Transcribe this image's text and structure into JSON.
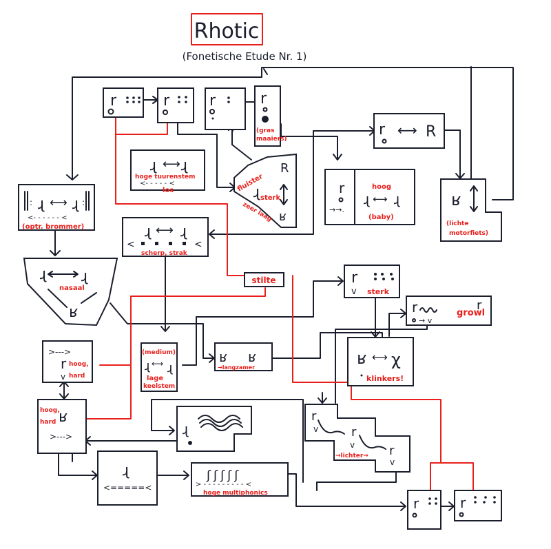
{
  "title": "Rhotic",
  "subtitle": "(Fonetische Etude Nr. 1)",
  "colors": {
    "ink": "#1a1e2c",
    "accent": "#e8201c",
    "paper": "#ffffff"
  },
  "nodes": {
    "r_dots_1": {
      "symbol": "r",
      "marks": "∘ ⁚⁚⁚"
    },
    "r_dots_2": {
      "symbol": "r",
      "marks": "∘ ⁚⁚"
    },
    "r_dots_3": {
      "symbol": "r",
      "marks": "∘ :"
    },
    "r_gras": {
      "symbol": "r",
      "marks": "∘ ●",
      "annotation_1": "(gras",
      "annotation_2": "maaiers)"
    },
    "hoge_tuurenstem": {
      "left": "ɻ",
      "right": "ɻ",
      "annotation_1": "hoge tuurenstem",
      "annotation_2": "los",
      "arrow": "<- - - - - <"
    },
    "fluister": {
      "center": "ɻ",
      "top": "R",
      "bottom": "ʁ",
      "annotation_1": "fluister",
      "annotation_2": "sterk",
      "annotation_3": "zeer laag"
    },
    "r_R": {
      "left": "r",
      "right": "R",
      "arrow": "⟷"
    },
    "herhaling": {
      "left": "ɻ",
      "right": "ɻ",
      "arrow": "<- - - - - - <",
      "annotation": "(optr. brommer)"
    },
    "r_baby": {
      "symbol": "r",
      "marks": "∘ ->>.",
      "left": "ɻ",
      "right": "ɻ",
      "annotation_1": "hoog",
      "annotation_2": "(baby)"
    },
    "motorfiets": {
      "symbol": "ʁ",
      "annotation_1": "(lichte",
      "annotation_2": "motorfiets)"
    },
    "scherp_strak": {
      "left": "ɻ",
      "right": "ɻ",
      "annotation": "scherp, strak"
    },
    "nasaal": {
      "left": "ɻ",
      "right": "ɻ",
      "bottom": "ʁ",
      "annotation": "nasaal"
    },
    "stilte": {
      "label": "stilte"
    },
    "r_sterk": {
      "symbol": "r",
      "marks": "v ⁚⁚⁚",
      "annotation": "sterk"
    },
    "growl": {
      "left": "r",
      "right": "r",
      "annotation": "growl"
    },
    "klinkers": {
      "left": "ʁ",
      "right": "χ",
      "annotation": "klinkers!"
    },
    "r_hoog_hard": {
      "symbol": "r",
      "annotation_1": "hoog,",
      "annotation_2": "hard"
    },
    "medium": {
      "left": "ɻ",
      "right": "ɻ",
      "annotation_1": "(medium)",
      "annotation_2": "lage",
      "annotation_3": "keelstem"
    },
    "langzamer": {
      "left": "ʁ",
      "right": "ʁ",
      "annotation": "→langzamer"
    },
    "R_hoog_hard": {
      "symbol": "ʁ",
      "annotation_1": "hoog,",
      "annotation_2": "hard"
    },
    "golven": {
      "symbol": "ɻ"
    },
    "lichter": {
      "symbol": "r",
      "annotation": "→lichter→"
    },
    "ruis": {
      "symbol": "ɻ"
    },
    "multifonen": {
      "symbol": "ʃʃʃʃʃ",
      "annotation": "hoge multiphonics"
    },
    "r_end_1": {
      "symbol": "r",
      "marks": "∘ ⁚⁚"
    },
    "r_end_2": {
      "symbol": "r",
      "marks": "∘ ⁚⁚⁚"
    }
  }
}
